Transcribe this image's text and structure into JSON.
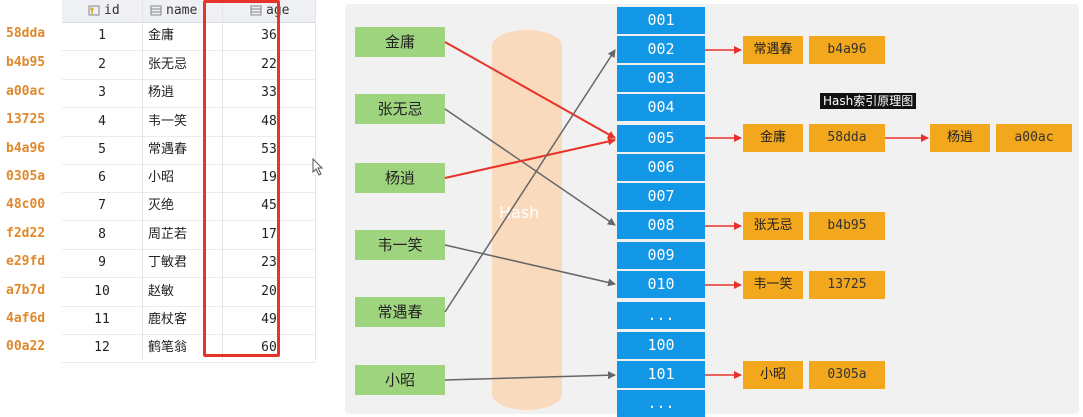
{
  "table": {
    "headers": {
      "id": "id",
      "name": "name",
      "age": "age"
    },
    "rows": [
      {
        "hash": "58dda",
        "id": "1",
        "name": "金庸",
        "age": "36"
      },
      {
        "hash": "b4b95",
        "id": "2",
        "name": "张无忌",
        "age": "22"
      },
      {
        "hash": "a00ac",
        "id": "3",
        "name": "杨逍",
        "age": "33"
      },
      {
        "hash": "13725",
        "id": "4",
        "name": "韦一笑",
        "age": "48"
      },
      {
        "hash": "b4a96",
        "id": "5",
        "name": "常遇春",
        "age": "53"
      },
      {
        "hash": "0305a",
        "id": "6",
        "name": "小昭",
        "age": "19"
      },
      {
        "hash": "48c00",
        "id": "7",
        "name": "灭绝",
        "age": "45"
      },
      {
        "hash": "f2d22",
        "id": "8",
        "name": "周芷若",
        "age": "17"
      },
      {
        "hash": "e29fd",
        "id": "9",
        "name": "丁敏君",
        "age": "23"
      },
      {
        "hash": "a7b7d",
        "id": "10",
        "name": "赵敏",
        "age": "20"
      },
      {
        "hash": "4af6d",
        "id": "11",
        "name": "鹿杖客",
        "age": "49"
      },
      {
        "hash": "00a22",
        "id": "12",
        "name": "鹤笔翁",
        "age": "60"
      }
    ]
  },
  "diagram": {
    "caption": "Hash索引原理图",
    "band_label": "Hash",
    "keys": [
      "金庸",
      "张无忌",
      "杨逍",
      "韦一笑",
      "常遇春",
      "小昭"
    ],
    "buckets": [
      "001",
      "002",
      "003",
      "004",
      "005",
      "006",
      "007",
      "008",
      "009",
      "010",
      "...",
      "100",
      "101",
      "..."
    ],
    "entries": [
      {
        "bucket": "002",
        "name": "常遇春",
        "hash": "b4a96"
      },
      {
        "bucket": "005",
        "name": "金庸",
        "hash": "58dda"
      },
      {
        "bucket": "005",
        "name": "杨逍",
        "hash": "a00ac"
      },
      {
        "bucket": "008",
        "name": "张无忌",
        "hash": "b4b95"
      },
      {
        "bucket": "010",
        "name": "韦一笑",
        "hash": "13725"
      },
      {
        "bucket": "101",
        "name": "小昭",
        "hash": "0305a"
      }
    ],
    "colors": {
      "key": "#9ed47e",
      "bucket": "#1296e6",
      "entry": "#f2a71c",
      "highlight": "#e8332a",
      "line": "#666666"
    }
  }
}
